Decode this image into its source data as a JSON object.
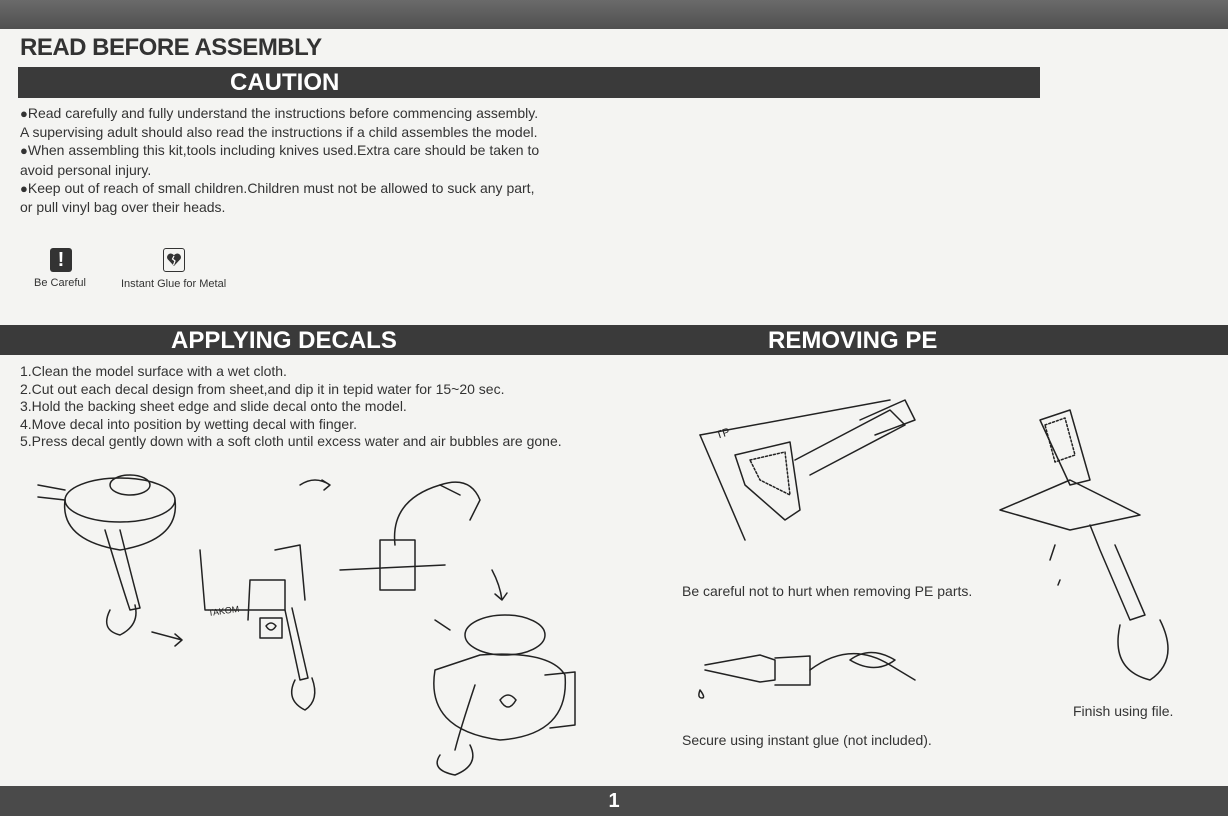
{
  "header": {
    "title": "READ BEFORE ASSEMBLY",
    "caution": "CAUTION"
  },
  "caution_text": [
    {
      "bullet": "●",
      "text": "Read carefully and fully understand the instructions before commencing assembly."
    },
    {
      "bullet": "",
      "text": "A supervising adult should also read the instructions if a child assembles the model."
    },
    {
      "bullet": "●",
      "text": "When assembling this kit,tools including knives used.Extra care should be taken to"
    },
    {
      "bullet": "",
      "text": "avoid personal injury."
    },
    {
      "bullet": "●",
      "text": "Keep out of reach of small children.Children must not be allowed to suck any part,"
    },
    {
      "bullet": "",
      "text": "or pull vinyl bag over their heads."
    }
  ],
  "legend": [
    {
      "icon": "exclamation-icon",
      "label": "Be Careful",
      "glyph": "!"
    },
    {
      "icon": "broken-heart-icon",
      "label": "Instant Glue for Metal",
      "glyph": "💔"
    }
  ],
  "decals": {
    "heading": "APPLYING DECALS",
    "steps": [
      "1.Clean the model surface with a wet cloth.",
      "2.Cut out each decal design from sheet,and dip it in tepid water for 15~20 sec.",
      "3.Hold the backing sheet edge and slide decal onto the model.",
      "4.Move decal into position by wetting decal with finger.",
      "5.Press decal gently down with a soft cloth until excess water and air bubbles are gone."
    ],
    "sheet_label": "TAKOM"
  },
  "pe": {
    "heading": "REMOVING PE",
    "fret_label": "TP",
    "captions": {
      "careful": "Be careful not to hurt when removing PE parts.",
      "glue": "Secure using instant glue (not included).",
      "file": "Finish using file."
    }
  },
  "footer": {
    "page": "1"
  }
}
